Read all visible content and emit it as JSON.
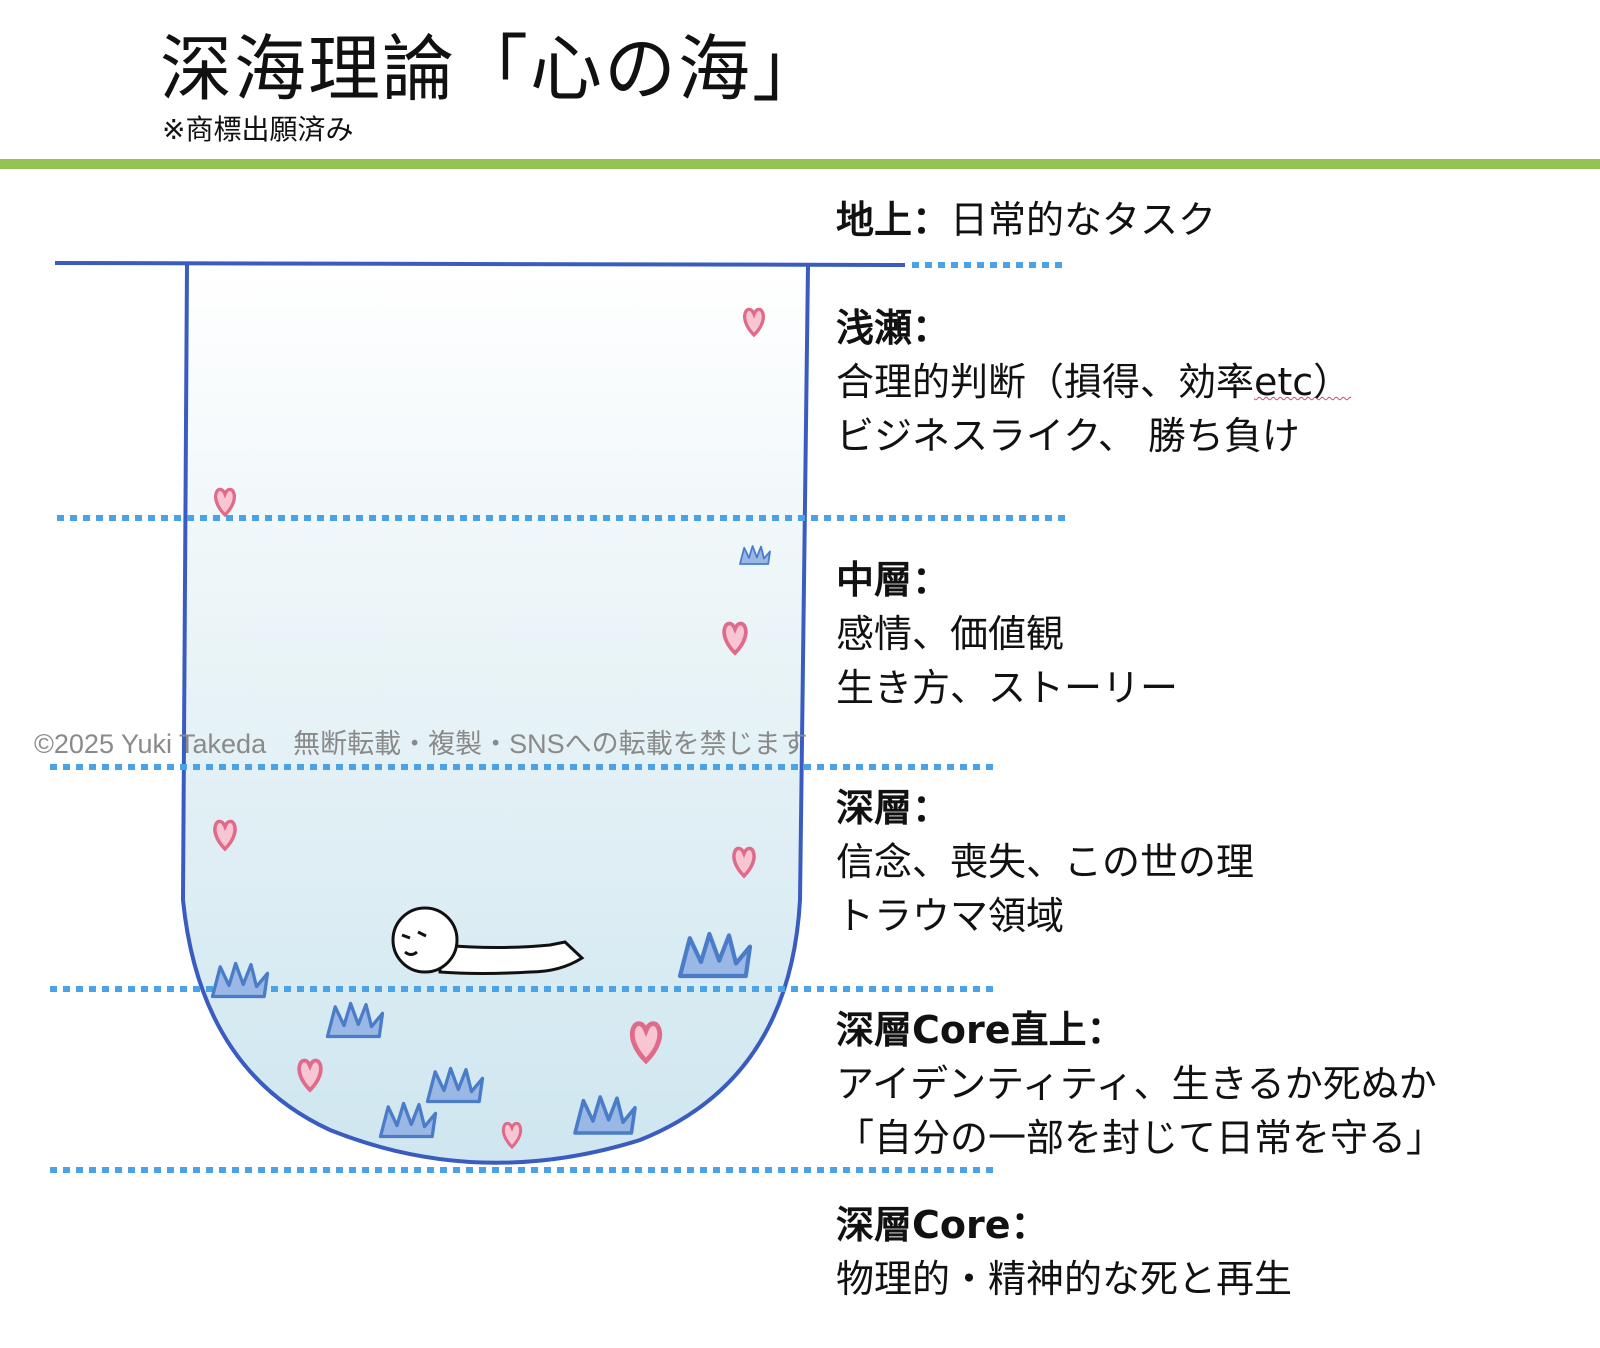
{
  "title": "深海理論「心の海」",
  "subtitle": "※商標出願済み",
  "watermark": "©2025 Yuki Takeda　無断転載・複製・SNSへの転載を禁じます",
  "colors": {
    "rule": "#92c353",
    "container": "#3a5cc0",
    "dotted": "#4aa3e8",
    "heart": "#e06a8a",
    "splash": "#4a7cc8"
  },
  "layers": [
    {
      "heading": "地上：",
      "lines": [
        "日常的なタスク"
      ]
    },
    {
      "heading": "浅瀬：",
      "lines": [
        "合理的判断（損得、効率",
        "etc）",
        "ビジネスライク、 勝ち負け"
      ]
    },
    {
      "heading": "中層：",
      "lines": [
        "感情、価値観",
        "生き方、ストーリー"
      ]
    },
    {
      "heading": "深層：",
      "lines": [
        "信念、喪失、この世の理",
        "トラウマ領域"
      ]
    },
    {
      "heading": "深層Core直上：",
      "lines": [
        "アイデンティティ、生きるか死ぬか",
        "「自分の一部を封じて日常を守る」"
      ]
    },
    {
      "heading": "深層Core：",
      "lines": [
        "物理的・精神的な死と再生"
      ]
    }
  ]
}
